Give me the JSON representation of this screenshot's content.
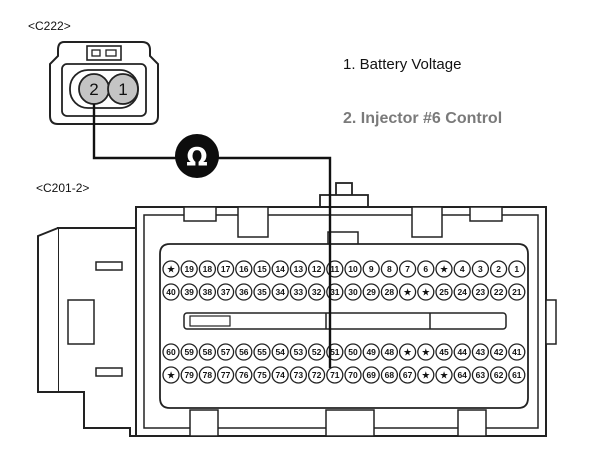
{
  "connectors": {
    "c222": {
      "label": "<C222>",
      "pins": [
        "2",
        "1"
      ]
    },
    "c201": {
      "label": "<C201-2>",
      "rows": [
        [
          "★",
          "19",
          "18",
          "17",
          "16",
          "15",
          "14",
          "13",
          "12",
          "11",
          "10",
          "9",
          "8",
          "7",
          "6",
          "★",
          "4",
          "3",
          "2",
          "1"
        ],
        [
          "40",
          "39",
          "38",
          "37",
          "36",
          "35",
          "34",
          "33",
          "32",
          "31",
          "30",
          "29",
          "28",
          "★",
          "★",
          "25",
          "24",
          "23",
          "22",
          "21"
        ],
        [
          "60",
          "59",
          "58",
          "57",
          "56",
          "55",
          "54",
          "53",
          "52",
          "51",
          "50",
          "49",
          "48",
          "★",
          "★",
          "45",
          "44",
          "43",
          "42",
          "41"
        ],
        [
          "★",
          "79",
          "78",
          "77",
          "76",
          "75",
          "74",
          "73",
          "72",
          "71",
          "70",
          "69",
          "68",
          "67",
          "★",
          "★",
          "64",
          "63",
          "62",
          "61"
        ]
      ]
    }
  },
  "legend": {
    "item1": "1. Battery Voltage",
    "item2": "2. Injector #6 Control"
  },
  "meter": {
    "icon": "ohm-meter-icon",
    "glyph": "Ω"
  }
}
